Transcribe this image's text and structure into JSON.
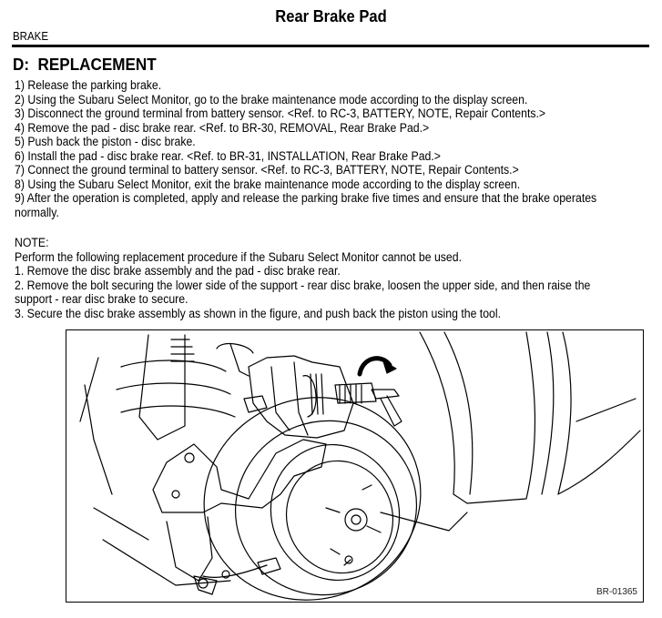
{
  "page": {
    "title": "Rear Brake Pad",
    "section": "BRAKE",
    "heading": "D:  REPLACEMENT"
  },
  "steps": [
    "1) Release the parking brake.",
    "2) Using the Subaru Select Monitor, go to the brake maintenance mode according to the display screen.",
    "3) Disconnect the ground terminal from battery sensor. <Ref. to RC-3, BATTERY, NOTE, Repair Contents.>",
    "4) Remove the pad - disc brake rear. <Ref. to BR-30, REMOVAL, Rear Brake Pad.>",
    "5) Push back the piston - disc brake.",
    "6) Install the pad - disc brake rear. <Ref. to BR-31, INSTALLATION, Rear Brake Pad.>",
    "7) Connect the ground terminal to battery sensor. <Ref. to RC-3, BATTERY, NOTE, Repair Contents.>",
    "8) Using the Subaru Select Monitor, exit the brake maintenance mode according to the display screen.",
    "9) After the operation is completed, apply and release the parking brake five times and ensure that the brake operates normally."
  ],
  "note": {
    "label": "NOTE:",
    "intro": "Perform the following replacement procedure if the Subaru Select Monitor cannot be used.",
    "items": [
      "1.  Remove the disc brake assembly and the pad - disc brake rear.",
      "2.  Remove the bolt securing the lower side of the support - rear disc brake, loosen the upper side, and then raise the support - rear disc brake to secure.",
      "3.  Secure the disc brake assembly as shown in the figure, and push back the piston using the tool."
    ]
  },
  "figure": {
    "id": "BR-01365",
    "description": "Rear disc brake assembly with caliper raised and piston being pushed back using a tool (rotating arrow)"
  }
}
